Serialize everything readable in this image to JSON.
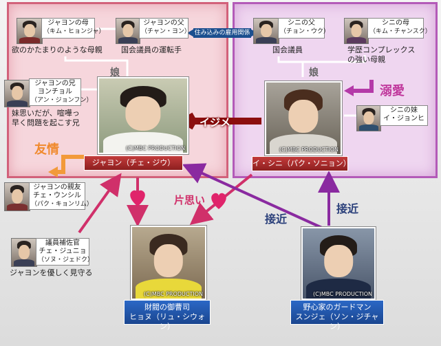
{
  "zones": {
    "left_color": "#d2617a",
    "right_color": "#b35ab8"
  },
  "people": {
    "jayeon_mother": {
      "name": "ジャヨンの母",
      "actor": "（キム・ヒョンジャ）",
      "desc": "欲のかたまりのような母親"
    },
    "jayeon_father": {
      "name": "ジャヨンの父",
      "actor": "（チャン・ヨン）",
      "desc": "国会議員の運転手"
    },
    "shini_father": {
      "name": "シニの父",
      "actor": "（チョン・ウク）",
      "desc": "国会議員"
    },
    "shini_mother": {
      "name": "シニの母",
      "actor": "（キム・チャンスク）",
      "desc_line1": "学歴コンプレックス",
      "desc_line2": "の強い母親"
    },
    "jayeon_brother": {
      "name": "ジャヨンの兄",
      "name2": "ヨンチョル",
      "actor": "（アン・ジョンフン）",
      "desc_line1": "妹思いだが、喧嘩っ",
      "desc_line2": "早く問題を起こす兄"
    },
    "shini_sister": {
      "name": "シニの妹",
      "name2": "イ・ジョンヒ"
    },
    "jayeon_friend": {
      "name": "ジャヨンの親友",
      "name2": "チェ・ウンシル",
      "actor": "（パク・キョンリム）"
    },
    "aide": {
      "name": "議員補佐官",
      "name2": "チェ・ジュニョ",
      "actor": "（ソヌ・ジェドク）",
      "desc": "ジャヨンを優しく見守る"
    },
    "jayeon": {
      "label": "ジャヨン（チェ・ジウ）",
      "credit": "(C)MBC PRODUCTION"
    },
    "shini": {
      "label": "イ・シニ（パク・ソニョン）",
      "credit": "(C)MBC PRODUCTION"
    },
    "hyonu": {
      "line1": "財閥の御曹司",
      "line2": "ヒョヌ（リュ・シウォン）",
      "credit": "(C)MBC PRODUCTION"
    },
    "sunje": {
      "line1": "野心家のガードマン",
      "line2": "スンジェ（ソン・ジチャン）",
      "credit": "(C)MBC PRODUCTION"
    }
  },
  "relations": {
    "employment": "住み込みの雇用関係",
    "daughter_left": "娘",
    "daughter_right": "娘",
    "bullying": "イジメ",
    "doting": "溺愛",
    "friendship": "友情",
    "unrequited": "片思い",
    "approach_left": "接近",
    "approach_right": "接近"
  }
}
